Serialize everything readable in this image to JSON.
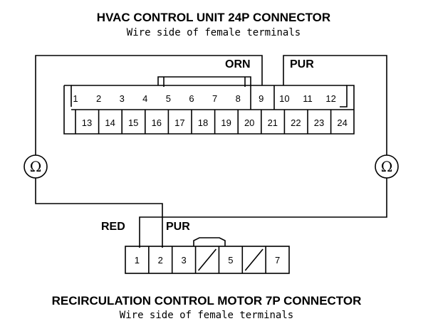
{
  "top_connector": {
    "title": "HVAC CONTROL UNIT 24P CONNECTOR",
    "subtitle": "Wire side of female terminals",
    "row1_pins": [
      "1",
      "2",
      "3",
      "4",
      "5",
      "6",
      "7",
      "8",
      "9",
      "10",
      "11",
      "12"
    ],
    "row2_pins": [
      "13",
      "14",
      "15",
      "16",
      "17",
      "18",
      "19",
      "20",
      "21",
      "22",
      "23",
      "24"
    ],
    "wire_left_label": "ORN",
    "wire_right_label": "PUR"
  },
  "bottom_connector": {
    "title": "RECIRCULATION CONTROL MOTOR 7P CONNECTOR",
    "subtitle": "Wire side of female terminals",
    "pins": [
      "1",
      "2",
      "3",
      "",
      "5",
      "",
      "7"
    ],
    "wire_left_label": "RED",
    "wire_right_label": "PUR"
  },
  "meter_symbol": "Ω"
}
